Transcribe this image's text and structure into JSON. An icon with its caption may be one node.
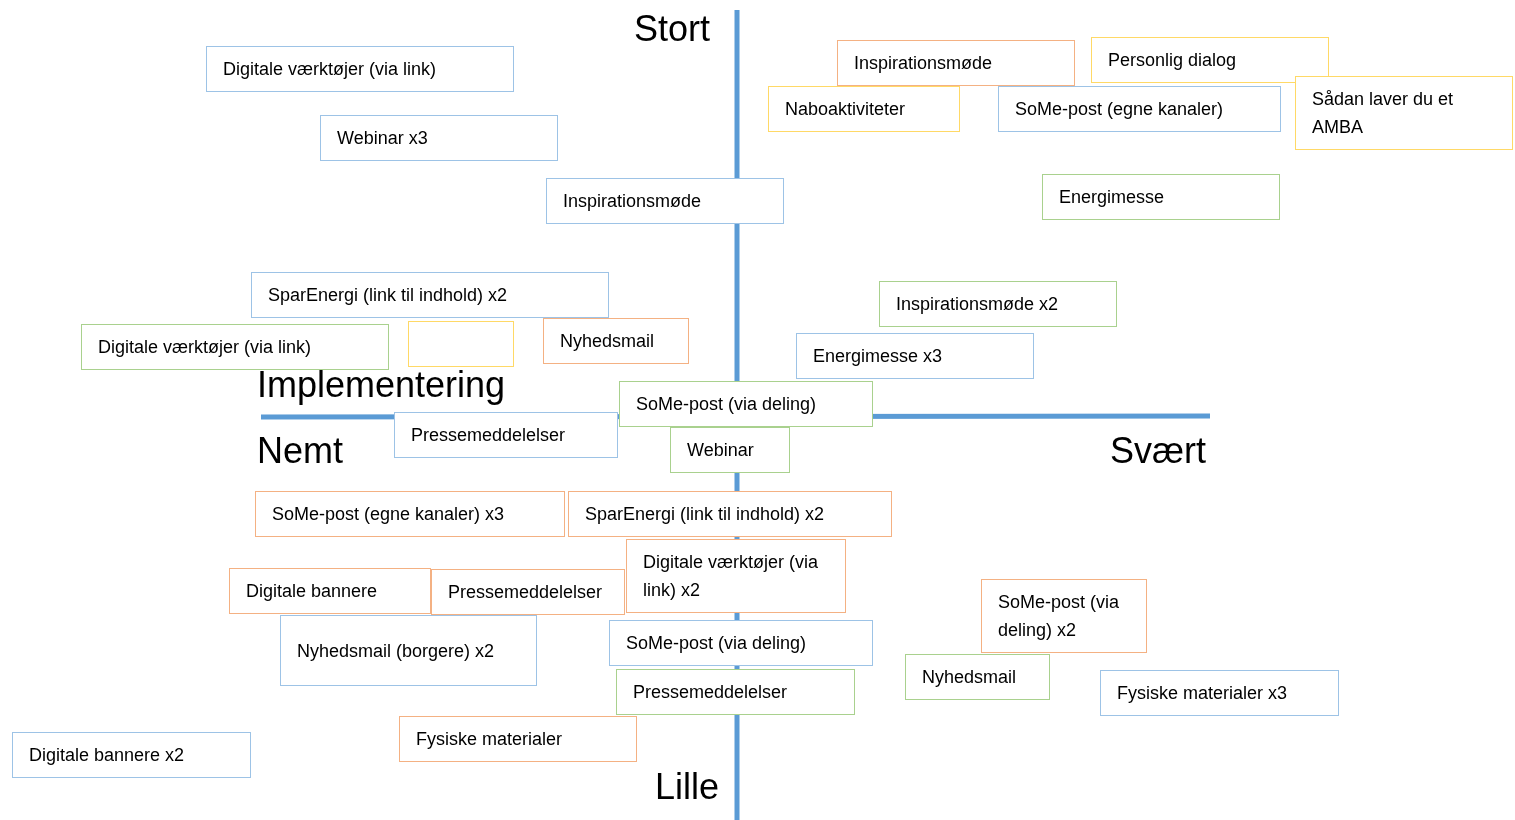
{
  "diagram": {
    "nodes": [
      {
        "text": [
          "Digitale værktøjer (via link)"
        ]
      },
      {
        "text": [
          "Webinar x3"
        ]
      },
      {
        "text": [
          "Inspirationsmøde"
        ]
      },
      {
        "text": [
          "SparEnergi (link til indhold) x2"
        ]
      },
      {
        "text": [
          "Digitale værktøjer (via link)"
        ]
      },
      {
        "text": [],
        "shape": "box"
      },
      {
        "text": [
          "Nyhedsmail"
        ]
      },
      {
        "text": [
          "Inspirationsmøde"
        ]
      },
      {
        "text": [
          "Personlig dialog"
        ]
      },
      {
        "text": [
          "Naboaktiviteter"
        ]
      },
      {
        "text": [
          "SoMe-post (egne kanaler)"
        ]
      },
      {
        "text": [
          "Sådan laver du et AMBA"
        ]
      },
      {
        "text": [
          "Energimesse"
        ]
      },
      {
        "text": [
          "Inspirationsmøde x2"
        ]
      },
      {
        "text": [
          "Energimesse x3"
        ]
      },
      {
        "text": [
          "SoMe-post (via deling)"
        ]
      },
      {
        "text": [
          "Pressemeddelelser"
        ]
      },
      {
        "text": [
          "Webinar"
        ]
      },
      {
        "text": [
          "SoMe-post (egne kanaler) x3"
        ]
      },
      {
        "text": [
          "SparEnergi (link til indhold) x2"
        ]
      },
      {
        "text": [
          "Digitale værktøjer (via link) x2"
        ]
      },
      {
        "text": [
          "Digitale bannere"
        ]
      },
      {
        "text": [
          "Pressemeddelelser"
        ]
      },
      {
        "text": [
          "Nyhedsmail (borgere) x2"
        ]
      },
      {
        "text": [
          "SoMe-post (via deling)"
        ]
      },
      {
        "text": [
          "SoMe-post (via deling) x2"
        ]
      },
      {
        "text": [
          "Pressemeddelelser"
        ]
      },
      {
        "text": [
          "Nyhedsmail"
        ]
      },
      {
        "text": [
          "Fysiske materialer x3"
        ]
      },
      {
        "text": [
          "Fysiske materialer"
        ]
      },
      {
        "text": [
          "Digitale bannere x2"
        ]
      }
    ],
    "labels": [
      "Stort",
      "Implementering",
      "Nemt",
      "Svært",
      "Lille"
    ]
  }
}
